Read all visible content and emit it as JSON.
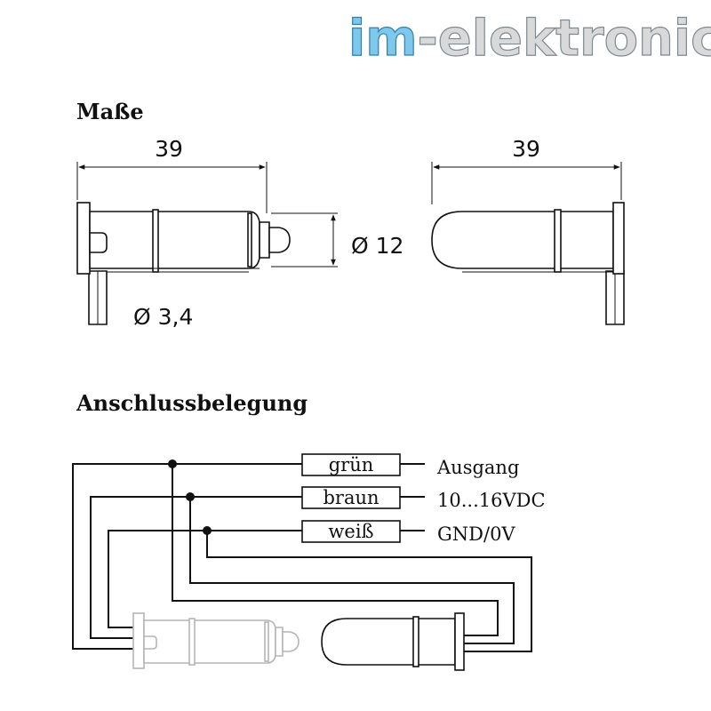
{
  "logo": {
    "prefix": "im",
    "rest": "-elektronics"
  },
  "sections": {
    "dimensions_title": "Maße",
    "wiring_title": "Anschlussbelegung"
  },
  "dimensions": {
    "left_length": "39",
    "right_length": "39",
    "diameter": "Ø 12",
    "cable_diameter": "Ø 3,4"
  },
  "wires": [
    {
      "label": "grün",
      "function": "Ausgang"
    },
    {
      "label": "braun",
      "function": "10...16VDC"
    },
    {
      "label": "weiß",
      "function": "GND/0V"
    }
  ]
}
